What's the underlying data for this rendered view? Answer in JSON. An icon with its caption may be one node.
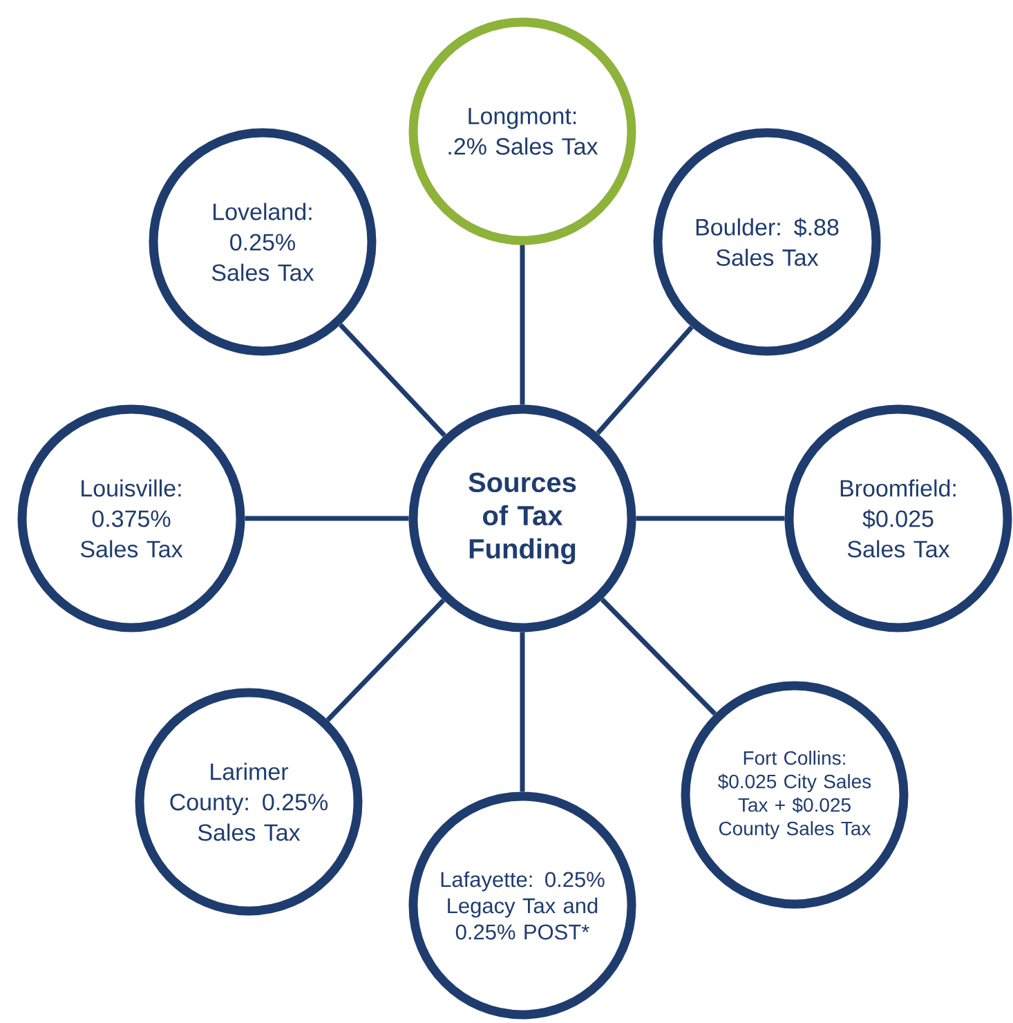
{
  "diagram": {
    "nodes": [
      {
        "text": [
          "Sources of Tax Funding"
        ]
      },
      {
        "text": [
          "Longmont: .2% Sales Tax"
        ]
      },
      {
        "text": [
          "Boulder: $.88 Sales Tax"
        ]
      },
      {
        "text": [
          "Broomfield: $0.025 Sales Tax"
        ]
      },
      {
        "text": [
          "Fort Collins: $0.025 City Sales Tax + $0.025 County Sales Tax"
        ]
      },
      {
        "text": [
          "Lafayette: 0.25% Legacy Tax and 0.25% POST*"
        ]
      },
      {
        "text": [
          "Larimer County: 0.25% Sales Tax"
        ]
      },
      {
        "text": [
          "Louisville: 0.375% Sales Tax"
        ]
      },
      {
        "text": [
          "Loveland: 0.25% Sales Tax"
        ]
      }
    ],
    "edges": [
      {
        "from": 0,
        "to": 1,
        "arrow": "none"
      },
      {
        "from": 0,
        "to": 2,
        "arrow": "none"
      },
      {
        "from": 0,
        "to": 3,
        "arrow": "none"
      },
      {
        "from": 0,
        "to": 4,
        "arrow": "none"
      },
      {
        "from": 0,
        "to": 5,
        "arrow": "none"
      },
      {
        "from": 0,
        "to": 6,
        "arrow": "none"
      },
      {
        "from": 0,
        "to": 7,
        "arrow": "none"
      },
      {
        "from": 0,
        "to": 8,
        "arrow": "none"
      }
    ]
  }
}
